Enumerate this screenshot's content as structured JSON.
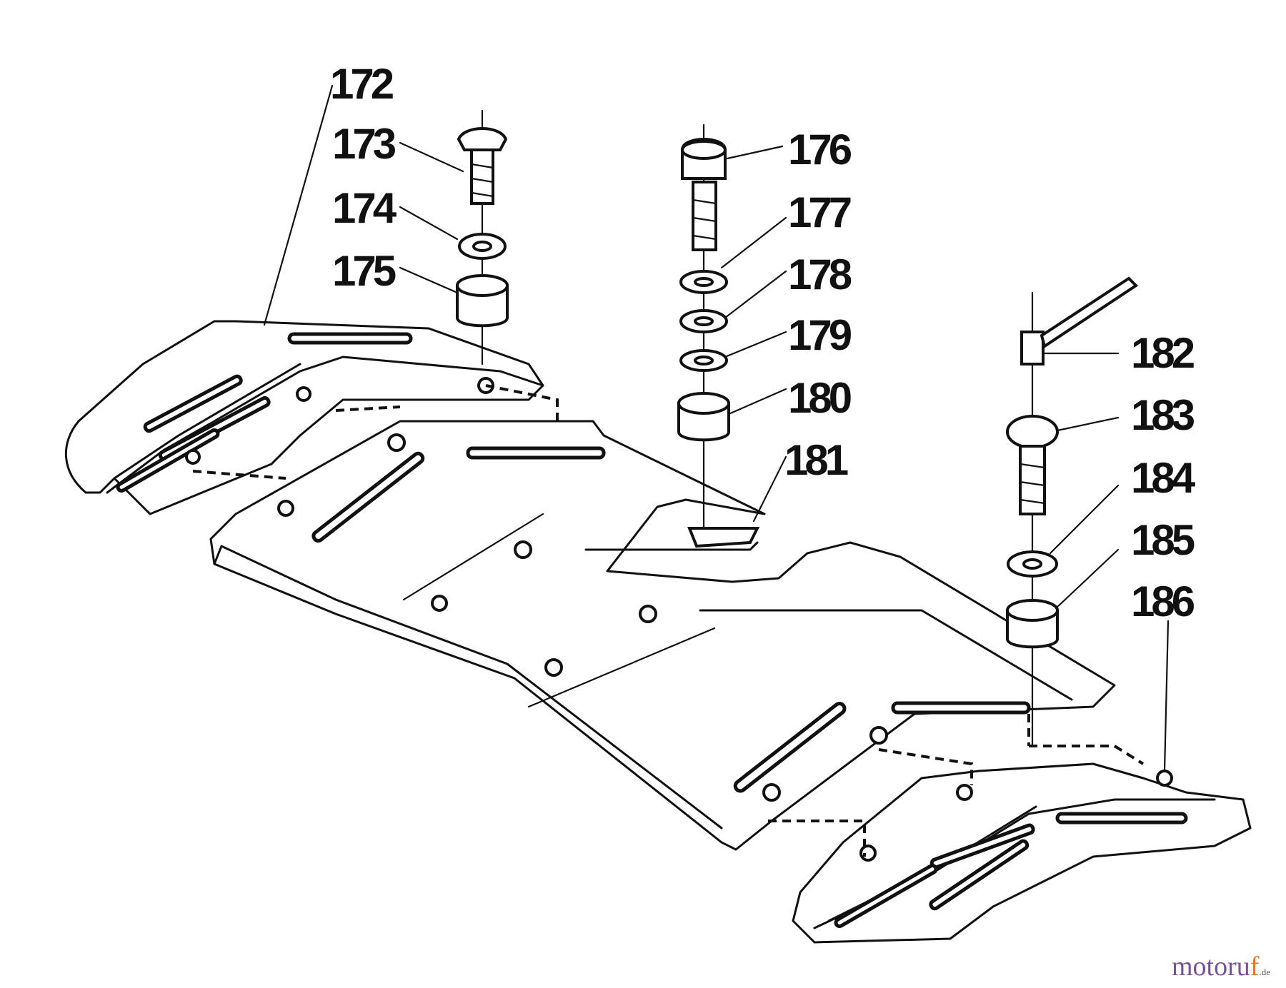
{
  "parts": [
    {
      "id": "p172",
      "number": "172"
    },
    {
      "id": "p173",
      "number": "173"
    },
    {
      "id": "p174",
      "number": "174"
    },
    {
      "id": "p175",
      "number": "175"
    },
    {
      "id": "p176",
      "number": "176"
    },
    {
      "id": "p177",
      "number": "177"
    },
    {
      "id": "p178",
      "number": "178"
    },
    {
      "id": "p179",
      "number": "179"
    },
    {
      "id": "p180",
      "number": "180"
    },
    {
      "id": "p181",
      "number": "181"
    },
    {
      "id": "p182",
      "number": "182"
    },
    {
      "id": "p183",
      "number": "183"
    },
    {
      "id": "p184",
      "number": "184"
    },
    {
      "id": "p185",
      "number": "185"
    },
    {
      "id": "p186",
      "number": "186"
    }
  ],
  "watermark": {
    "main": "motoru",
    "accent": "f",
    "tld": ".de"
  }
}
